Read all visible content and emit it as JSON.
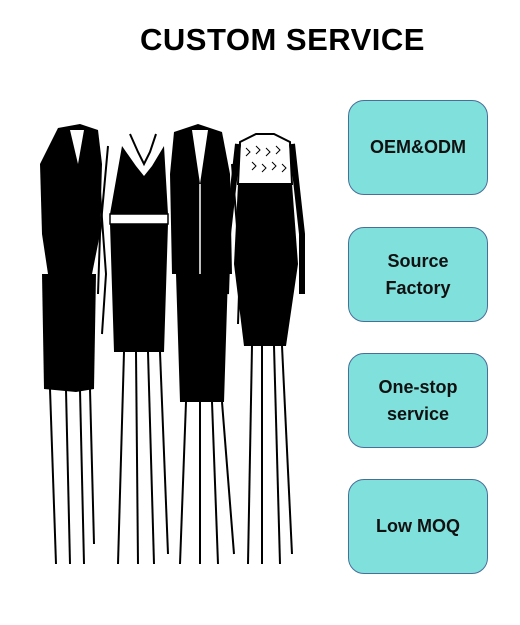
{
  "title": "CUSTOM SERVICE",
  "services": [
    {
      "label": "OEM&ODM"
    },
    {
      "label": "Source\nFactory"
    },
    {
      "label": "One-stop\nservice"
    },
    {
      "label": "Low MOQ"
    }
  ],
  "colors": {
    "box_fill": "#7fe0dc",
    "box_border": "#4a6e9a",
    "text": "#000000"
  },
  "illustration": {
    "icon": "fashion-sketch-four-women-in-black-outfits-icon"
  }
}
